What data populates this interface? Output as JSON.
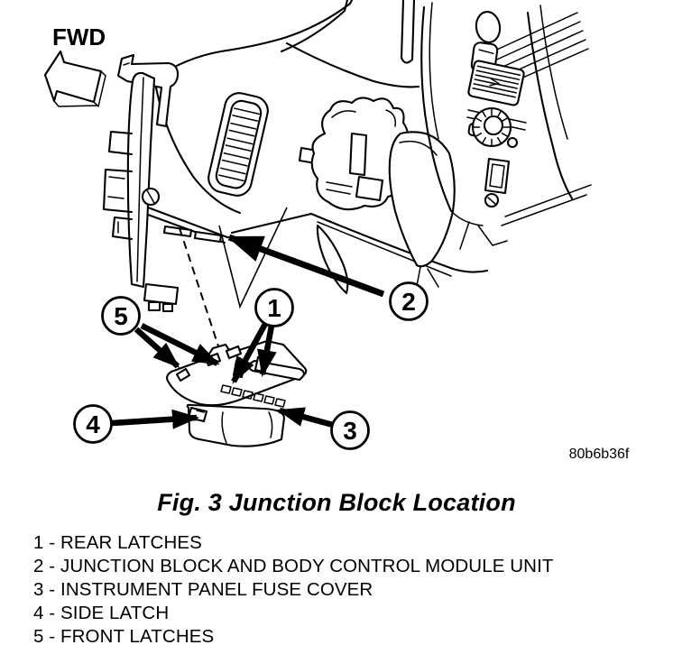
{
  "figure": {
    "fwd_label": "FWD",
    "code": "80b6b36f",
    "caption": "Fig. 3 Junction Block Location",
    "callouts": {
      "c1": "1",
      "c2": "2",
      "c3": "3",
      "c4": "4",
      "c5": "5"
    },
    "legend": {
      "items": [
        "1 - REAR LATCHES",
        "2 - JUNCTION BLOCK AND BODY CONTROL MODULE UNIT",
        "3 - INSTRUMENT PANEL FUSE COVER",
        "4 - SIDE LATCH",
        "5 - FRONT LATCHES"
      ]
    },
    "colors": {
      "ink": "#000000",
      "background": "#ffffff"
    }
  }
}
